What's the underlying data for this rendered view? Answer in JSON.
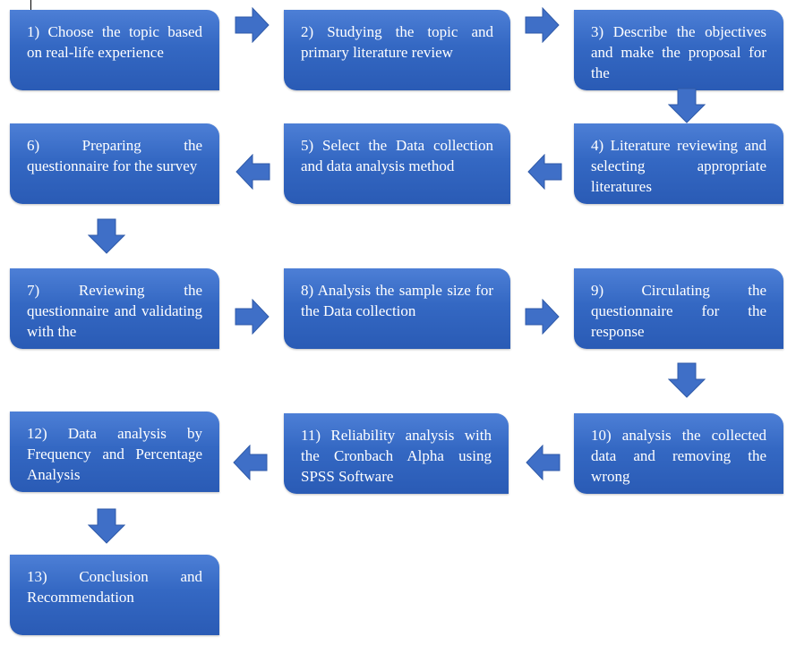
{
  "steps": [
    "1) Choose the topic based on real-life experience",
    "2) Studying the topic and primary literature review",
    "3) Describe the objectives and make the proposal for the",
    "4) Literature reviewing and selecting appropriate literatures",
    "5) Select the Data collection and data analysis method",
    "6) Preparing the questionnaire for the survey",
    "7) Reviewing the questionnaire and validating with the",
    "8) Analysis the sample size for the Data collection",
    "9) Circulating the questionnaire for the response",
    "10) analysis the collected data and removing the wrong",
    "11) Reliability analysis with the Cronbach Alpha using SPSS Software",
    "12) Data analysis by Frequency and Percentage Analysis",
    "13) Conclusion and Recommendation"
  ],
  "colors": {
    "box": "#3468c3",
    "arrow": "#3f6fc7",
    "text": "#ffffff"
  },
  "arrows": [
    "right",
    "right",
    "down",
    "left",
    "left",
    "down",
    "right",
    "right",
    "down",
    "left",
    "left",
    "down"
  ]
}
